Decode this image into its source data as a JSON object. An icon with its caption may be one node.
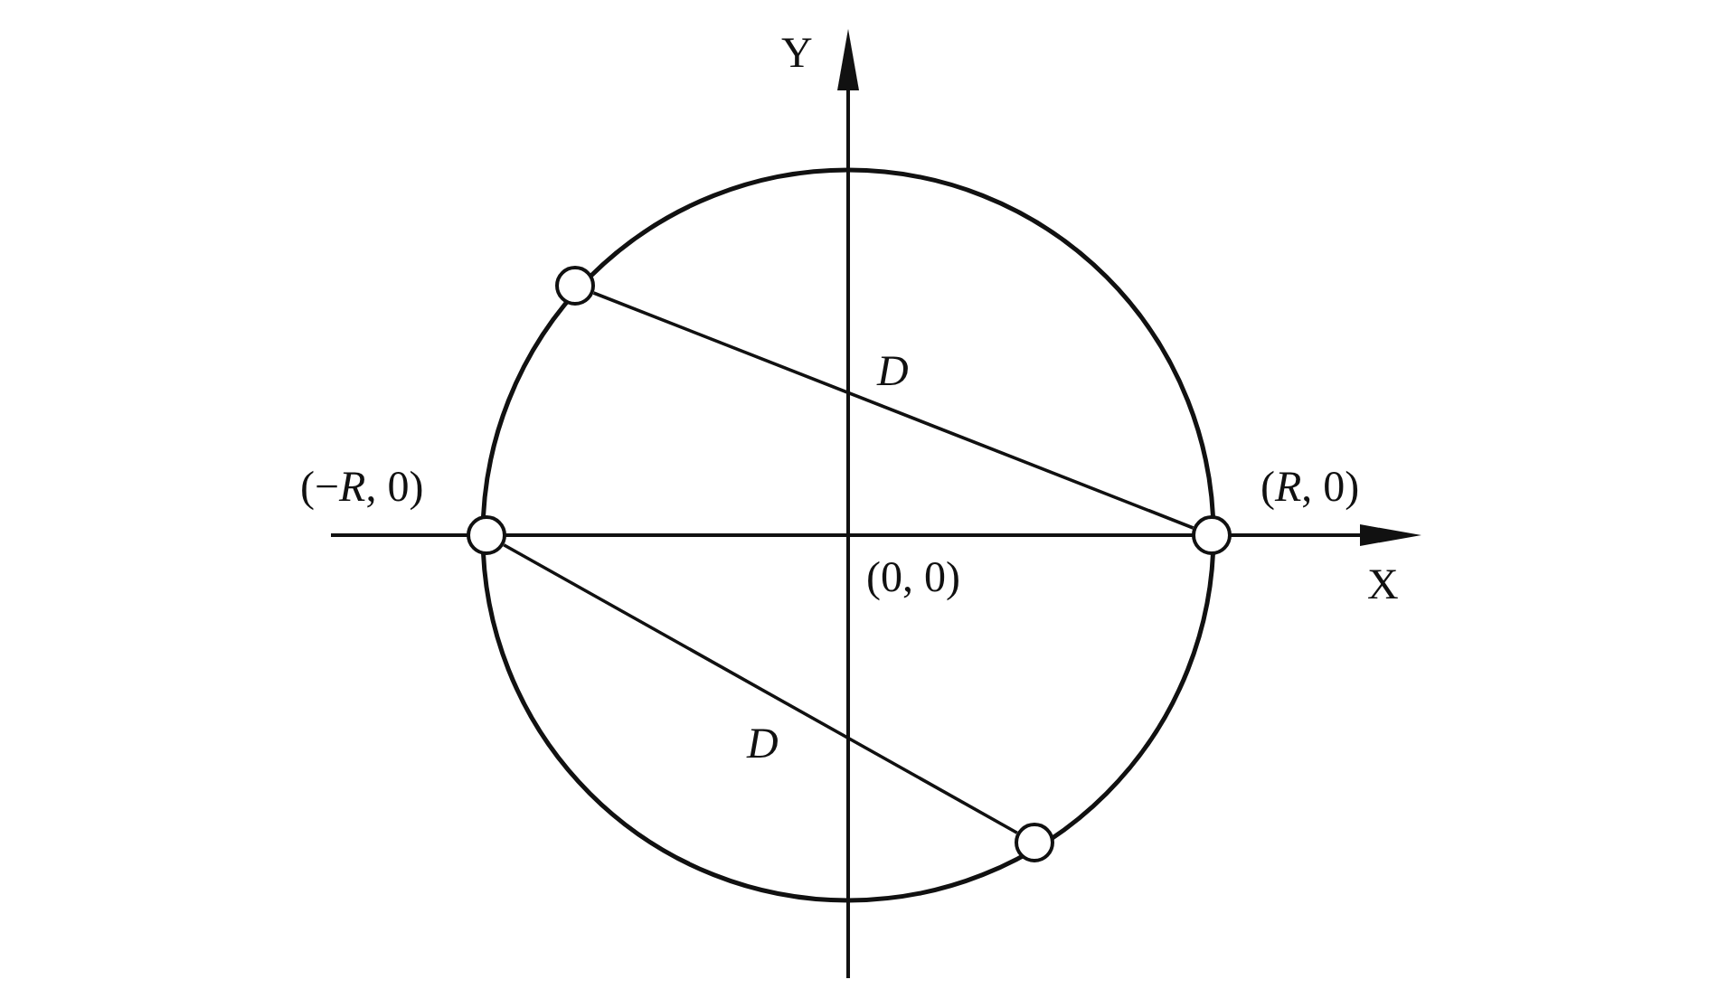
{
  "diagram": {
    "nodes": [
      {
        "text": [],
        "shape": "circle"
      },
      {
        "text": [],
        "shape": "circle"
      },
      {
        "text": [],
        "shape": "circle"
      },
      {
        "text": [],
        "shape": "circle"
      }
    ],
    "edges": [
      {
        "from": 0,
        "to": 2,
        "arrow": "none",
        "label": "D"
      },
      {
        "from": 1,
        "to": 3,
        "arrow": "none",
        "label": "D"
      }
    ],
    "labels": [
      "Y",
      "(−*R*, 0)",
      "(*R*, 0)",
      "(0, 0)",
      "X"
    ]
  }
}
